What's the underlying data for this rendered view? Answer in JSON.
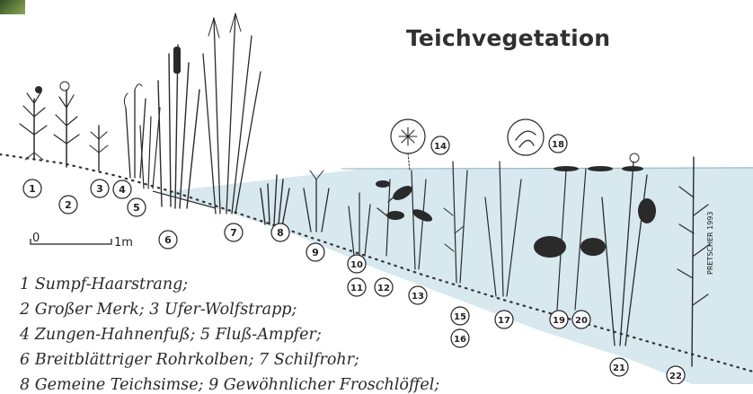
{
  "title": "Teichvegetation",
  "scale": {
    "start": "0",
    "end": "1m"
  },
  "credit": "PRETSCHER 1993",
  "numbers": [
    "1",
    "2",
    "3",
    "4",
    "5",
    "6",
    "7",
    "8",
    "9",
    "10",
    "11",
    "12",
    "13",
    "14",
    "15",
    "16",
    "17",
    "18",
    "19",
    "20",
    "21",
    "22"
  ],
  "legend_lines": [
    "1 Sumpf-Haarstrang;",
    "2 Großer Merk; 3 Ufer-Wolfstrapp;",
    "4 Zungen-Hahnenfuß; 5 Fluß-Ampfer;",
    "6 Breitblättriger Rohrkolben; 7 Schilfrohr;",
    "8 Gemeine Teichsimse; 9 Gewöhnlicher Froschlöffel;"
  ],
  "colors": {
    "water": "#d7e8ef",
    "ink": "#2a2a2a"
  }
}
